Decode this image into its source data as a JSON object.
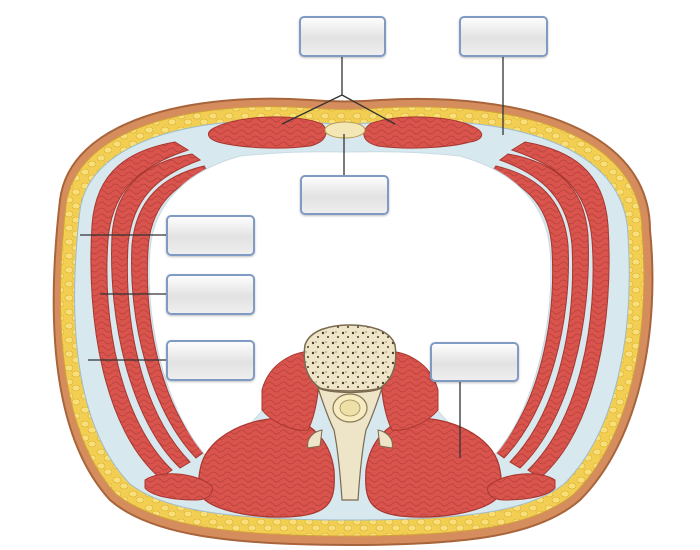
{
  "diagram": {
    "type": "anatomical cross-section",
    "labels": [
      {
        "id": "label-1",
        "text": ""
      },
      {
        "id": "label-2",
        "text": ""
      },
      {
        "id": "label-3",
        "text": ""
      },
      {
        "id": "label-4",
        "text": ""
      },
      {
        "id": "label-5",
        "text": ""
      },
      {
        "id": "label-6",
        "text": ""
      },
      {
        "id": "label-7",
        "text": ""
      }
    ],
    "colors": {
      "skin": "#c8875a",
      "fat": "#f2cf52",
      "muscle": "#d9544d",
      "muscle_dark": "#b83b36",
      "fascia": "#cfe2ea",
      "bone": "#efe6cf",
      "leader": "#333333",
      "box_border": "#7f9bc4"
    }
  }
}
